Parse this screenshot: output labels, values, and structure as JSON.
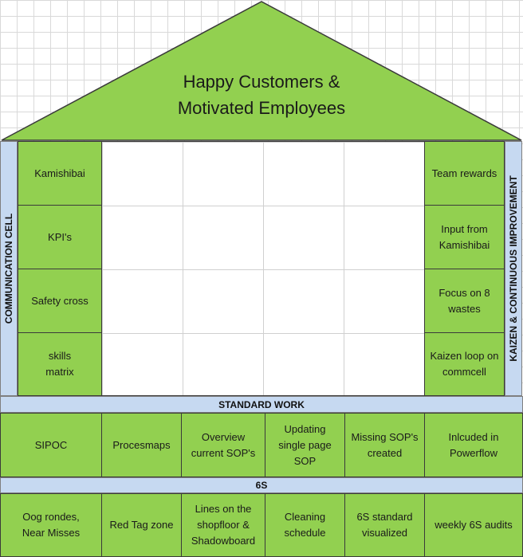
{
  "roof": {
    "line1": "Happy Customers &",
    "line2": "Motivated Employees",
    "color": "#92d050"
  },
  "left_pillar": {
    "label": "COMMUNICATION CELL",
    "items": [
      "Kamishibai",
      "KPI's",
      "Safety cross",
      "skills matrix"
    ]
  },
  "right_pillar": {
    "label": "KAIZEN & CONTINUOUS IMPROVEMENT",
    "items": [
      "Team rewards",
      "Input from Kamishibai",
      "Focus on 8 wastes",
      "Kaizen loop on commcell"
    ]
  },
  "standard_work": {
    "label": "STANDARD WORK",
    "items": [
      "SIPOC",
      "Procesmaps",
      "Overview current SOP's",
      "Updating single page SOP",
      "Missing SOP's created",
      "Inlcuded in Powerflow"
    ]
  },
  "six_s": {
    "label": "6S",
    "items": [
      "Oog rondes, Near Misses",
      "Red Tag zone",
      "Lines on the shopfloor & Shadowboard",
      "Cleaning schedule",
      "6S standard visualized",
      "weekly 6S audits"
    ]
  },
  "colors": {
    "green": "#92d050",
    "blue": "#c6d9f1"
  }
}
